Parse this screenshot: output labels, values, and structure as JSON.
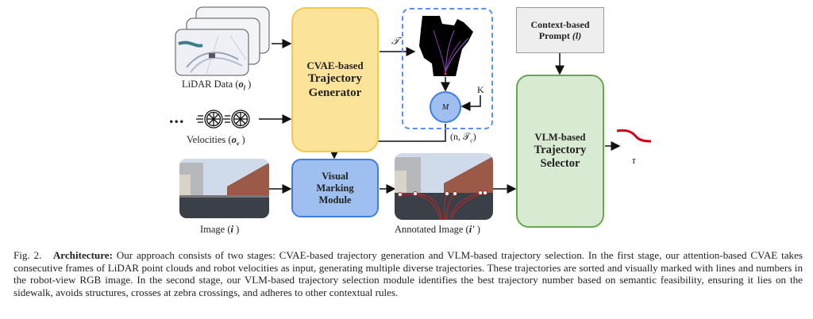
{
  "figure": {
    "inputs": {
      "lidar_label": "LiDAR Data (",
      "lidar_symbol": "o",
      "lidar_sub": "l",
      "velocity_label": "Velocities (",
      "velocity_symbol": "o",
      "velocity_sub": "v",
      "velocity_ellipsis": "...",
      "close_paren": ")",
      "image_label": "Image (",
      "image_symbol": "i",
      "annotated_label": "Annotated Image (",
      "annotated_symbol": "i'"
    },
    "modules": {
      "cvae_line1": "CVAE-based",
      "cvae_line2": "Trajectory",
      "cvae_line3": "Generator",
      "vmm_line1": "Visual",
      "vmm_line2": "Marking",
      "vmm_line3": "Module",
      "prompt_line1": "Context-based",
      "prompt_line2": "Prompt",
      "prompt_symbol": "(l)",
      "vlm_line1": "VLM-based",
      "vlm_line2": "Trajectory",
      "vlm_line3": "Selector",
      "m_node": "M"
    },
    "edge_labels": {
      "trajectories": "𝒯",
      "k": "K",
      "sorted": "(n, 𝒯",
      "sorted_sub": "c",
      "sorted_close": ")",
      "output": "τ"
    },
    "colors": {
      "cvae_fill": "#fbe39a",
      "cvae_border": "#f3c94d",
      "vmm_fill": "#9fbff0",
      "vmm_border": "#3f7ee0",
      "vlm_fill": "#d9ead2",
      "vlm_border": "#6aa84f",
      "prompt_fill": "#eeeeee",
      "output_trajectory": "#d0021b"
    }
  },
  "caption": {
    "fig_number": "Fig. 2.",
    "heading": "Architecture:",
    "text": "Our approach consists of two stages: CVAE-based trajectory generation and VLM-based trajectory selection. In the first stage, our attention-based CVAE takes consecutive frames of LiDAR point clouds and robot velocities as input, generating multiple diverse trajectories. These trajectories are sorted and visually marked with lines and numbers in the robot-view RGB image. In the second stage, our VLM-based trajectory selection module identifies the best trajectory number based on semantic feasibility, ensuring it lies on the sidewalk, avoids structures, crosses at zebra crossings, and adheres to other contextual rules."
  }
}
